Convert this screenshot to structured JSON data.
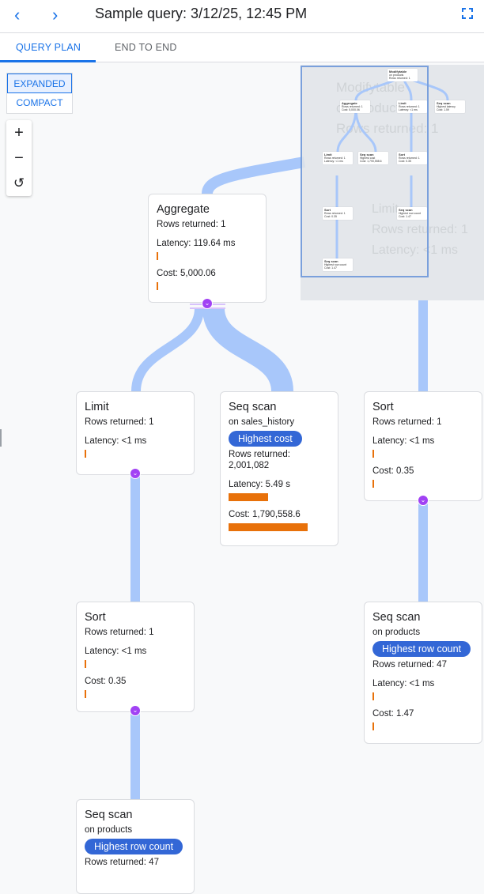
{
  "header": {
    "title": "Sample query: 3/12/25, 12:45 PM",
    "back_icon": "chevron-left-icon",
    "forward_icon": "chevron-right-icon",
    "fullscreen_icon": "fullscreen-icon"
  },
  "tabs": [
    {
      "label": "QUERY PLAN",
      "active": true
    },
    {
      "label": "END TO END",
      "active": false
    }
  ],
  "view_toggle": {
    "expanded": "EXPANDED",
    "compact": "COMPACT",
    "selected": "EXPANDED"
  },
  "zoom_controls": {
    "zoom_in": "+",
    "zoom_out": "−",
    "reset": "↺"
  },
  "colors": {
    "accent": "#1a73e8",
    "edge": "#a8c7fa",
    "bar": "#e8710a",
    "badge": "#3367d6",
    "expand": "#a142f4"
  },
  "nodes": [
    {
      "id": "aggregate",
      "title": "Aggregate",
      "rows": "Rows returned: 1",
      "latency": "Latency: 119.64 ms",
      "latency_fraction": 0.01,
      "cost": "Cost: 5,000.06",
      "cost_fraction": 0.01
    },
    {
      "id": "limit",
      "title": "Limit",
      "rows": "Rows returned: 1",
      "latency": "Latency: <1 ms",
      "latency_fraction": 0.01
    },
    {
      "id": "seqscan-sales",
      "title": "Seq scan",
      "on": "on sales_history",
      "badge": "Highest cost",
      "rows": "Rows returned: 2,001,082",
      "latency": "Latency: 5.49 s",
      "latency_fraction": 0.5,
      "cost": "Cost: 1,790,558.6",
      "cost_fraction": 1.0
    },
    {
      "id": "sort-right",
      "title": "Sort",
      "rows": "Rows returned: 1",
      "latency": "Latency: <1 ms",
      "latency_fraction": 0.01,
      "cost": "Cost: 0.35",
      "cost_fraction": 0.01
    },
    {
      "id": "sort-left",
      "title": "Sort",
      "rows": "Rows returned: 1",
      "latency": "Latency: <1 ms",
      "latency_fraction": 0.01,
      "cost": "Cost: 0.35",
      "cost_fraction": 0.01
    },
    {
      "id": "seqscan-products-right",
      "title": "Seq scan",
      "on": "on products",
      "badge": "Highest row count",
      "rows": "Rows returned: 47",
      "latency": "Latency: <1 ms",
      "latency_fraction": 0.01,
      "cost": "Cost: 1.47",
      "cost_fraction": 0.01
    },
    {
      "id": "seqscan-products-bottom",
      "title": "Seq scan",
      "on": "on products",
      "badge": "Highest row count",
      "rows": "Rows returned: 47"
    }
  ],
  "minimap": {
    "ghost": {
      "title": "Modifytable",
      "on": "on products",
      "rows": "Rows returned: 1"
    },
    "ghost2": {
      "title": "Limit",
      "rows": "Rows returned: 1",
      "latency": "Latency: <1 ms"
    },
    "nodes": [
      {
        "title": "Modifytable",
        "line1": "on products",
        "line2": "Rows returned: 1"
      },
      {
        "title": "Aggregate",
        "line1": "Rows returned: 1",
        "line2": "Cost: 5,000.06"
      },
      {
        "title": "Limit",
        "line1": "Rows returned: 1",
        "line2": "Latency: <1 ms"
      },
      {
        "title": "Seq scan",
        "line1": "Highest latency",
        "line2": "Cost: 1.59"
      },
      {
        "title": "Limit",
        "line1": "Rows returned: 1",
        "line2": "Latency: <1 ms"
      },
      {
        "title": "Seq scan",
        "line1": "Highest cost",
        "line2": "Cost: 1,790,558.6"
      },
      {
        "title": "Sort",
        "line1": "Rows returned: 1",
        "line2": "Cost: 0.35"
      },
      {
        "title": "Sort",
        "line1": "Rows returned: 1",
        "line2": "Cost: 0.35"
      },
      {
        "title": "Seq scan",
        "line1": "Highest row count",
        "line2": "Cost: 1.47"
      },
      {
        "title": "Seq scan",
        "line1": "Highest row count",
        "line2": "Cost: 1.47"
      }
    ]
  }
}
